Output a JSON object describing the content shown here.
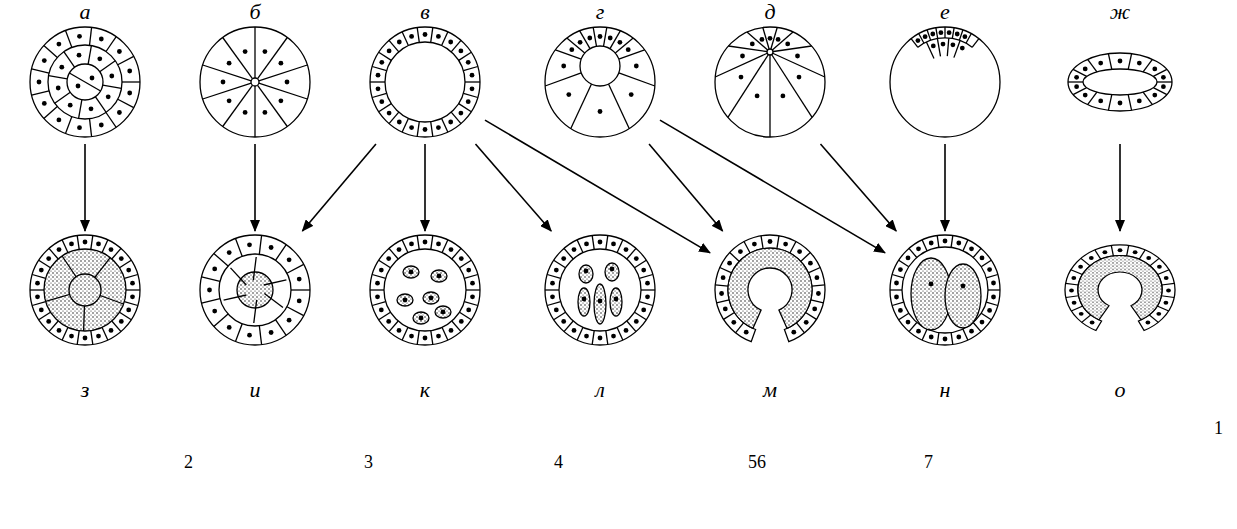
{
  "diagram": {
    "nodes": [
      {
        "text": [
          "а"
        ]
      },
      {
        "text": [
          "б"
        ]
      },
      {
        "text": [
          "в"
        ]
      },
      {
        "text": [
          "г"
        ]
      },
      {
        "text": [
          "д"
        ]
      },
      {
        "text": [
          "е"
        ]
      },
      {
        "text": [
          "ж"
        ]
      },
      {
        "text": [
          "з"
        ]
      },
      {
        "text": [
          "и"
        ]
      },
      {
        "text": [
          "к"
        ]
      },
      {
        "text": [
          "л"
        ]
      },
      {
        "text": [
          "м"
        ]
      },
      {
        "text": [
          "н"
        ]
      },
      {
        "text": [
          "о"
        ]
      }
    ],
    "edges": [
      {
        "from": 0,
        "to": 7,
        "arrow": "to"
      },
      {
        "from": 1,
        "to": 8,
        "arrow": "to"
      },
      {
        "from": 2,
        "to": 8,
        "arrow": "to"
      },
      {
        "from": 2,
        "to": 9,
        "arrow": "to"
      },
      {
        "from": 2,
        "to": 10,
        "arrow": "to"
      },
      {
        "from": 2,
        "to": 11,
        "arrow": "to"
      },
      {
        "from": 3,
        "to": 11,
        "arrow": "to"
      },
      {
        "from": 3,
        "to": 12,
        "arrow": "to"
      },
      {
        "from": 4,
        "to": 12,
        "arrow": "to"
      },
      {
        "from": 5,
        "to": 12,
        "arrow": "to"
      },
      {
        "from": 6,
        "to": 13,
        "arrow": "to"
      }
    ],
    "labels": [
      "1",
      "2",
      "3",
      "4",
      "56",
      "7"
    ]
  }
}
